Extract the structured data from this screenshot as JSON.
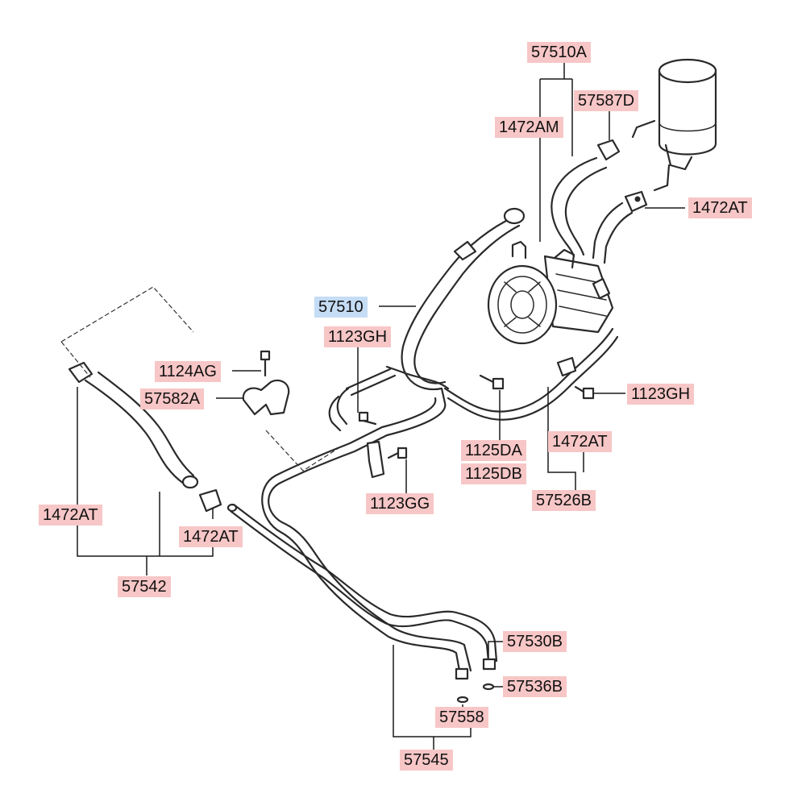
{
  "colors": {
    "label_bg": "#f7c6c6",
    "label_selected_bg": "#c5dcf5",
    "line": "#2a2a2a"
  },
  "callouts": {
    "p57510A": "57510A",
    "p57587D": "57587D",
    "p1472AM": "1472AM",
    "p1472AT_reservoir": "1472AT",
    "p57510": "57510",
    "p1123GH_left": "1123GH",
    "p1124AG": "1124AG",
    "p57582A": "57582A",
    "p1123GH_right": "1123GH",
    "p1125DA": "1125DA",
    "p1472AT_mid": "1472AT",
    "p1125DB": "1125DB",
    "p1123GG": "1123GG",
    "p57526B": "57526B",
    "p1472AT_left": "1472AT",
    "p1472AT_lower": "1472AT",
    "p57542": "57542",
    "p57530B": "57530B",
    "p57536B": "57536B",
    "p57558": "57558",
    "p57545": "57545"
  },
  "selected_part": "57510"
}
